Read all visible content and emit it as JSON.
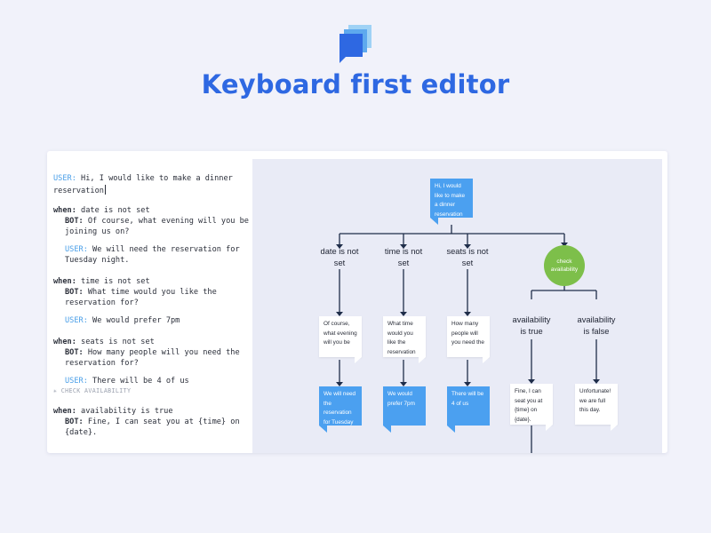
{
  "headline": "Keyboard first editor",
  "colors": {
    "brand": "#2e68e2",
    "user": "#4a9fe8",
    "node_blue": "#4ba0f0",
    "node_green": "#7dbf4a",
    "line": "#1f2d4a"
  },
  "editor": {
    "l1": {
      "speaker": "USER:",
      "text": " Hi, I would like to make a dinner"
    },
    "l2": "reservation",
    "b1": {
      "when": "when:",
      "cond": " date is not set"
    },
    "b1_bot1": {
      "speaker": "BOT:",
      "text": " Of course, what evening will you be"
    },
    "b1_bot2": "joining us on?",
    "b1_user1": {
      "speaker": "USER:",
      "text": " We will need the reservation for"
    },
    "b1_user2": "Tuesday night.",
    "b2": {
      "when": "when:",
      "cond": " time is not set"
    },
    "b2_bot1": {
      "speaker": "BOT:",
      "text": " What time would you like the"
    },
    "b2_bot2": "reservation for?",
    "b2_user": {
      "speaker": "USER:",
      "text": " We would prefer 7pm"
    },
    "b3": {
      "when": "when:",
      "cond": " seats is not set"
    },
    "b3_bot1": {
      "speaker": "BOT:",
      "text": " How many people will you need the"
    },
    "b3_bot2": "reservation for?",
    "b3_user": {
      "speaker": "USER:",
      "text": " There will be 4 of us"
    },
    "note": "CHECK AVAILABILITY",
    "b4": {
      "when": "when:",
      "cond": " availability is true"
    },
    "b4_bot1": {
      "speaker": "BOT:",
      "text": " Fine, I can seat you at {time} on"
    },
    "b4_bot2": "{date}."
  },
  "flow": {
    "root": "Hi, I would like to make a dinner reservation",
    "branches": [
      "date is not set",
      "time is not set",
      "seats is not set"
    ],
    "check": "check availability",
    "avail": [
      "availability is true",
      "availability is false"
    ],
    "bot_nodes": [
      "Of course, what evening will you be",
      "What time would you like the reservation",
      "How many people will you need the"
    ],
    "user_nodes": [
      "We will need the reservation for Tuesday",
      "We would prefer 7pm",
      "There will be 4 of us"
    ],
    "avail_nodes": [
      "Fine, I can seat you at {time} on {date}.",
      "Unfortunate! we are full this day."
    ]
  }
}
